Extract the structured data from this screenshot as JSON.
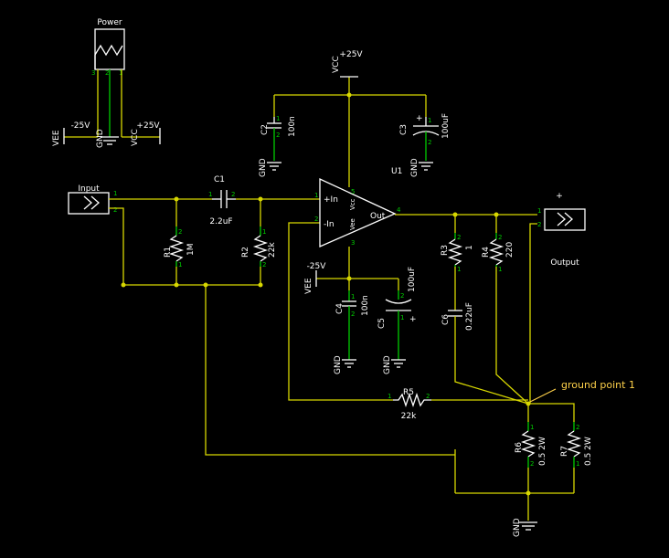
{
  "connectors": {
    "power": {
      "label": "Power",
      "pins": [
        "3",
        "2",
        "1"
      ]
    },
    "input": {
      "label": "Input",
      "pins": [
        "1",
        "2"
      ]
    },
    "output": {
      "label": "Output",
      "polarity": "+",
      "pins": [
        "1",
        "2"
      ]
    }
  },
  "rails": {
    "vee_label": "VEE",
    "vee_value": "-25V",
    "vcc_label": "VCC",
    "vcc_value": "+25V",
    "gnd_label": "GND"
  },
  "opamp": {
    "ref": "U1",
    "in_plus": "+In",
    "in_minus": "-In",
    "out": "Out",
    "vee": "Vee",
    "vcc": "Vcc",
    "pins": [
      "1",
      "2",
      "3",
      "4",
      "5"
    ]
  },
  "components": {
    "C1": {
      "ref": "C1",
      "value": "2.2uF"
    },
    "C2": {
      "ref": "C2",
      "value": "100n"
    },
    "C3": {
      "ref": "C3",
      "value": "100uF",
      "polarity": "+"
    },
    "C4": {
      "ref": "C4",
      "value": "100n"
    },
    "C5": {
      "ref": "C5",
      "value": "100uF",
      "polarity": "+"
    },
    "C6": {
      "ref": "C6",
      "value": "0.22uF"
    },
    "R1": {
      "ref": "R1",
      "value": "1M"
    },
    "R2": {
      "ref": "R2",
      "value": "22k"
    },
    "R3": {
      "ref": "R3",
      "value": "1"
    },
    "R4": {
      "ref": "R4",
      "value": "220"
    },
    "R5": {
      "ref": "R5",
      "value": "22k"
    },
    "R6": {
      "ref": "R6",
      "value": "0.5 2W"
    },
    "R7": {
      "ref": "R7",
      "value": "0.5 2W"
    }
  },
  "pin_numbers": {
    "one": "1",
    "two": "2"
  },
  "annotation": {
    "text": "ground point 1"
  },
  "colors": {
    "wire": "#d8d800",
    "pin": "#00cc00",
    "component": "#ffffff",
    "annotation": "#ffd24a",
    "background": "#000000"
  }
}
